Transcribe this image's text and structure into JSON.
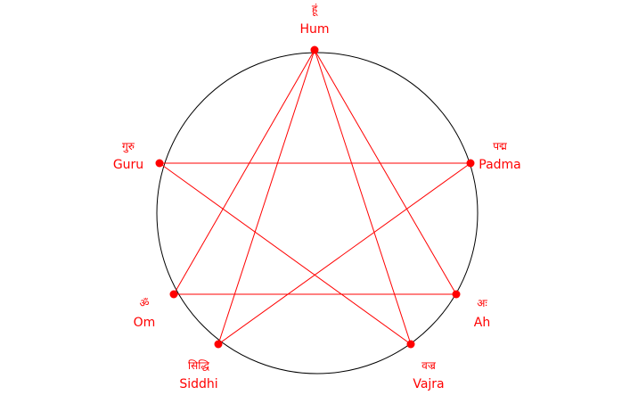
{
  "colors": {
    "accent": "#ff0000",
    "circle": "#000000",
    "background": "#ffffff"
  },
  "nodes": [
    {
      "id": "hum",
      "label": "Hum",
      "script": "हूं"
    },
    {
      "id": "padma",
      "label": "Padma",
      "script": "पद्म"
    },
    {
      "id": "ah",
      "label": "Ah",
      "script": "अः"
    },
    {
      "id": "vajra",
      "label": "Vajra",
      "script": "वज्र"
    },
    {
      "id": "siddhi",
      "label": "Siddhi",
      "script": "सिद्धि"
    },
    {
      "id": "om",
      "label": "Om",
      "script": "ॐ"
    },
    {
      "id": "guru",
      "label": "Guru",
      "script": "गुरु"
    }
  ],
  "edges": [
    [
      "guru",
      "padma"
    ],
    [
      "om",
      "ah"
    ],
    [
      "hum",
      "om"
    ],
    [
      "hum",
      "siddhi"
    ],
    [
      "hum",
      "vajra"
    ],
    [
      "hum",
      "ah"
    ],
    [
      "guru",
      "vajra"
    ],
    [
      "padma",
      "siddhi"
    ]
  ]
}
